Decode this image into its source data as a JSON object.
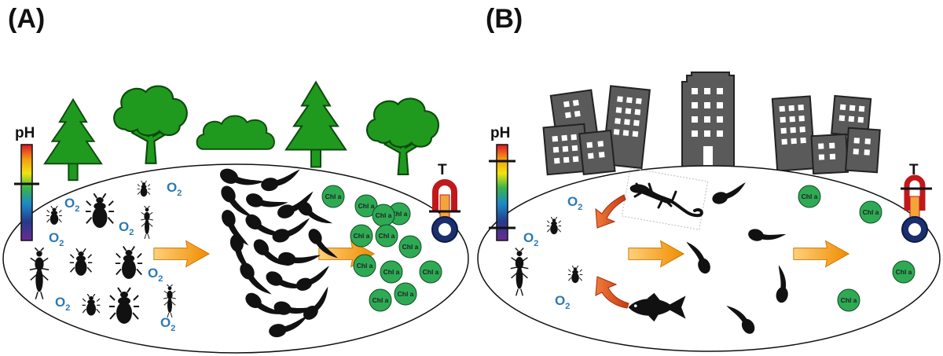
{
  "panels": {
    "A": {
      "label": "(A)",
      "ph_label": "pH",
      "temp_label": "T",
      "oxygen": {
        "main": "O",
        "sub": "2"
      },
      "chl_label": "Chl a"
    },
    "B": {
      "label": "(B)",
      "ph_label": "pH",
      "temp_label": "T",
      "oxygen": {
        "main": "O",
        "sub": "2"
      },
      "chl_label": "Chl a"
    }
  },
  "colors": {
    "tree": "#1f9a1f",
    "tree_stroke": "#0d4a0d",
    "building": "#5a5a5a",
    "organism": "#111111",
    "chl": "#2eaa55",
    "arrow_flow": "#f5a623",
    "arrow_red": "#d24a1a",
    "oxygen": "#2b79b5"
  }
}
